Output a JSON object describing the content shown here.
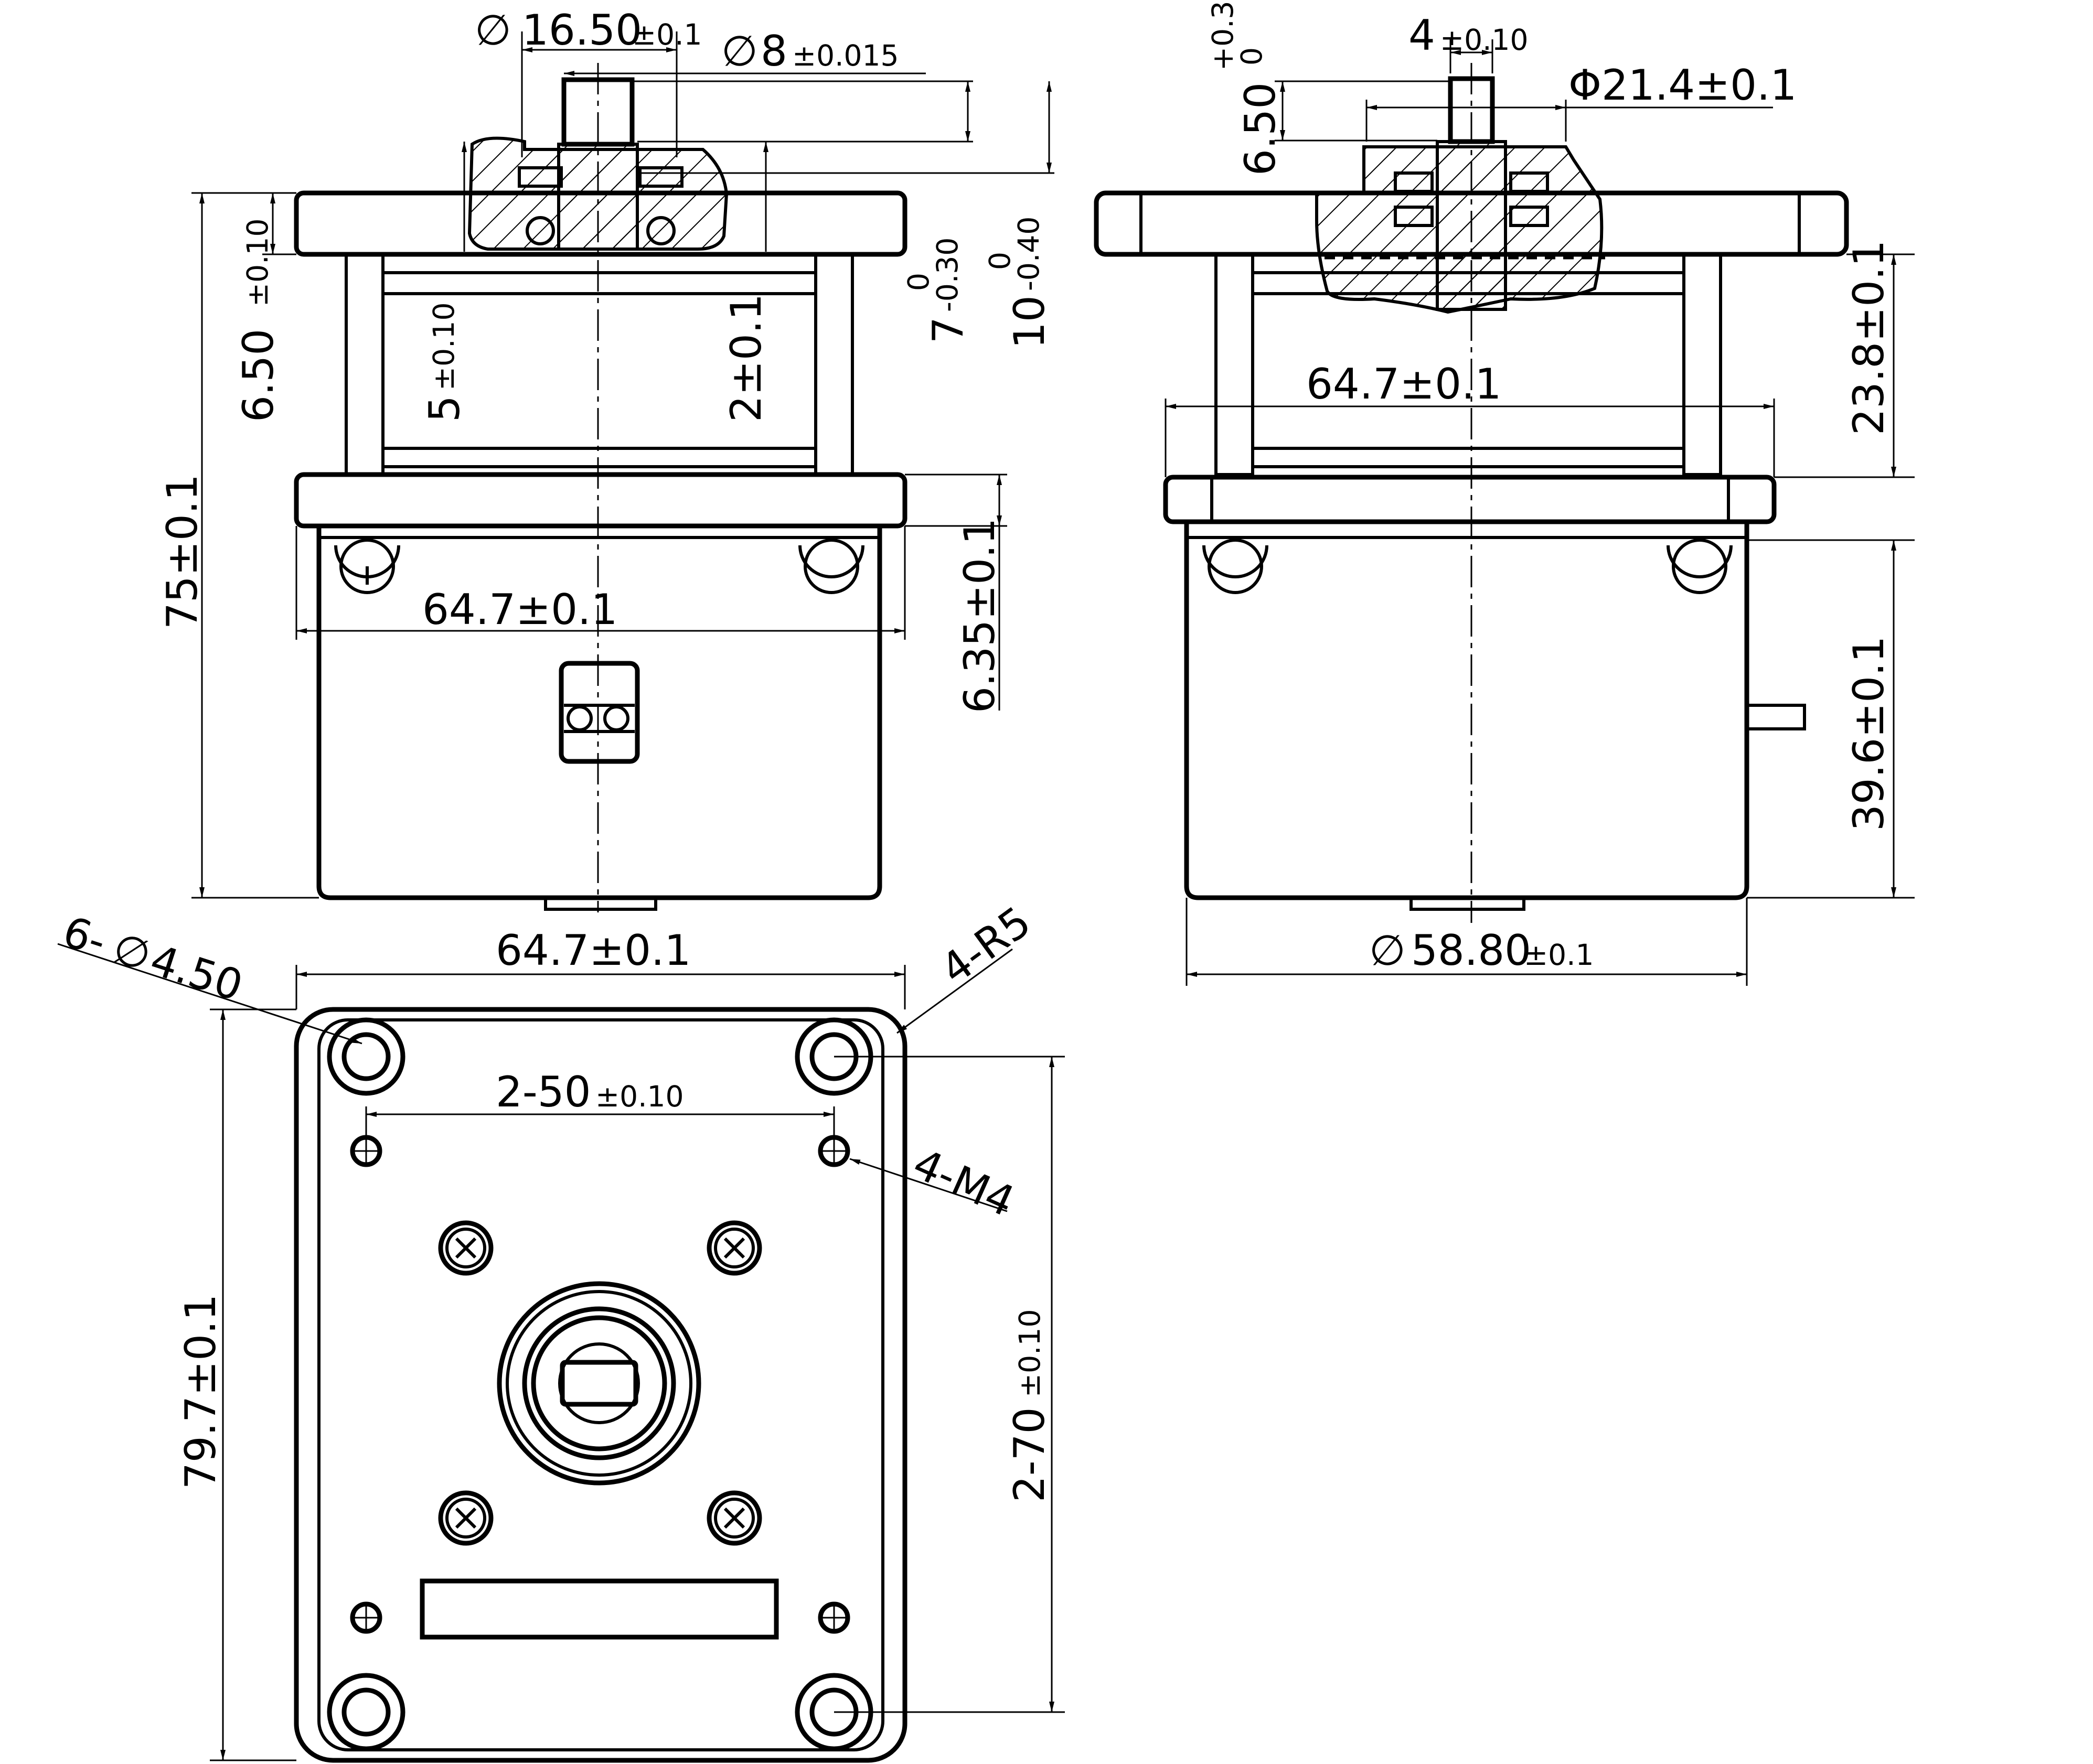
{
  "dims": {
    "top_dia_1": "16.50",
    "top_dia_1_tol": "±0.1",
    "top_dia_2": "8",
    "top_dia_2_tol": "±0.015",
    "flange_h": "6.50",
    "flange_h_tol": "±0.10",
    "h5": "5",
    "h5_tol": "±0.10",
    "h2": "2±0.1",
    "h7": "7",
    "h7_tol_up": "0",
    "h7_tol_lo": "-0.30",
    "h10": "10",
    "h10_tol_up": "0",
    "h10_tol_lo": "-0.40",
    "overall_h": "75±0.1",
    "front_width_1": "64.7±0.1",
    "plate_h": "6.35±0.1",
    "right_shaft_w": "4",
    "right_shaft_w_tol": "±0.10",
    "right_h": "6.50",
    "right_h_tol_up": "+0.30",
    "right_h_tol_lo": "0",
    "right_phi": "Φ21.4±0.1",
    "right_width": "64.7±0.1",
    "right_h1": "23.8±0.1",
    "right_h2": "39.6±0.1",
    "right_dia": "58.80",
    "right_dia_tol": "±0.1",
    "bottom_holes": "6-",
    "bottom_holes_dia": "4.50",
    "bottom_width": "64.7±0.1",
    "bottom_radius": "4-R5",
    "bottom_spacing": "2-50",
    "bottom_spacing_tol": "±0.10",
    "bottom_thread": "4-M4",
    "bottom_height": "79.7±0.1",
    "bottom_spacing_v": "2-70",
    "bottom_spacing_v_tol": "±0.10"
  }
}
